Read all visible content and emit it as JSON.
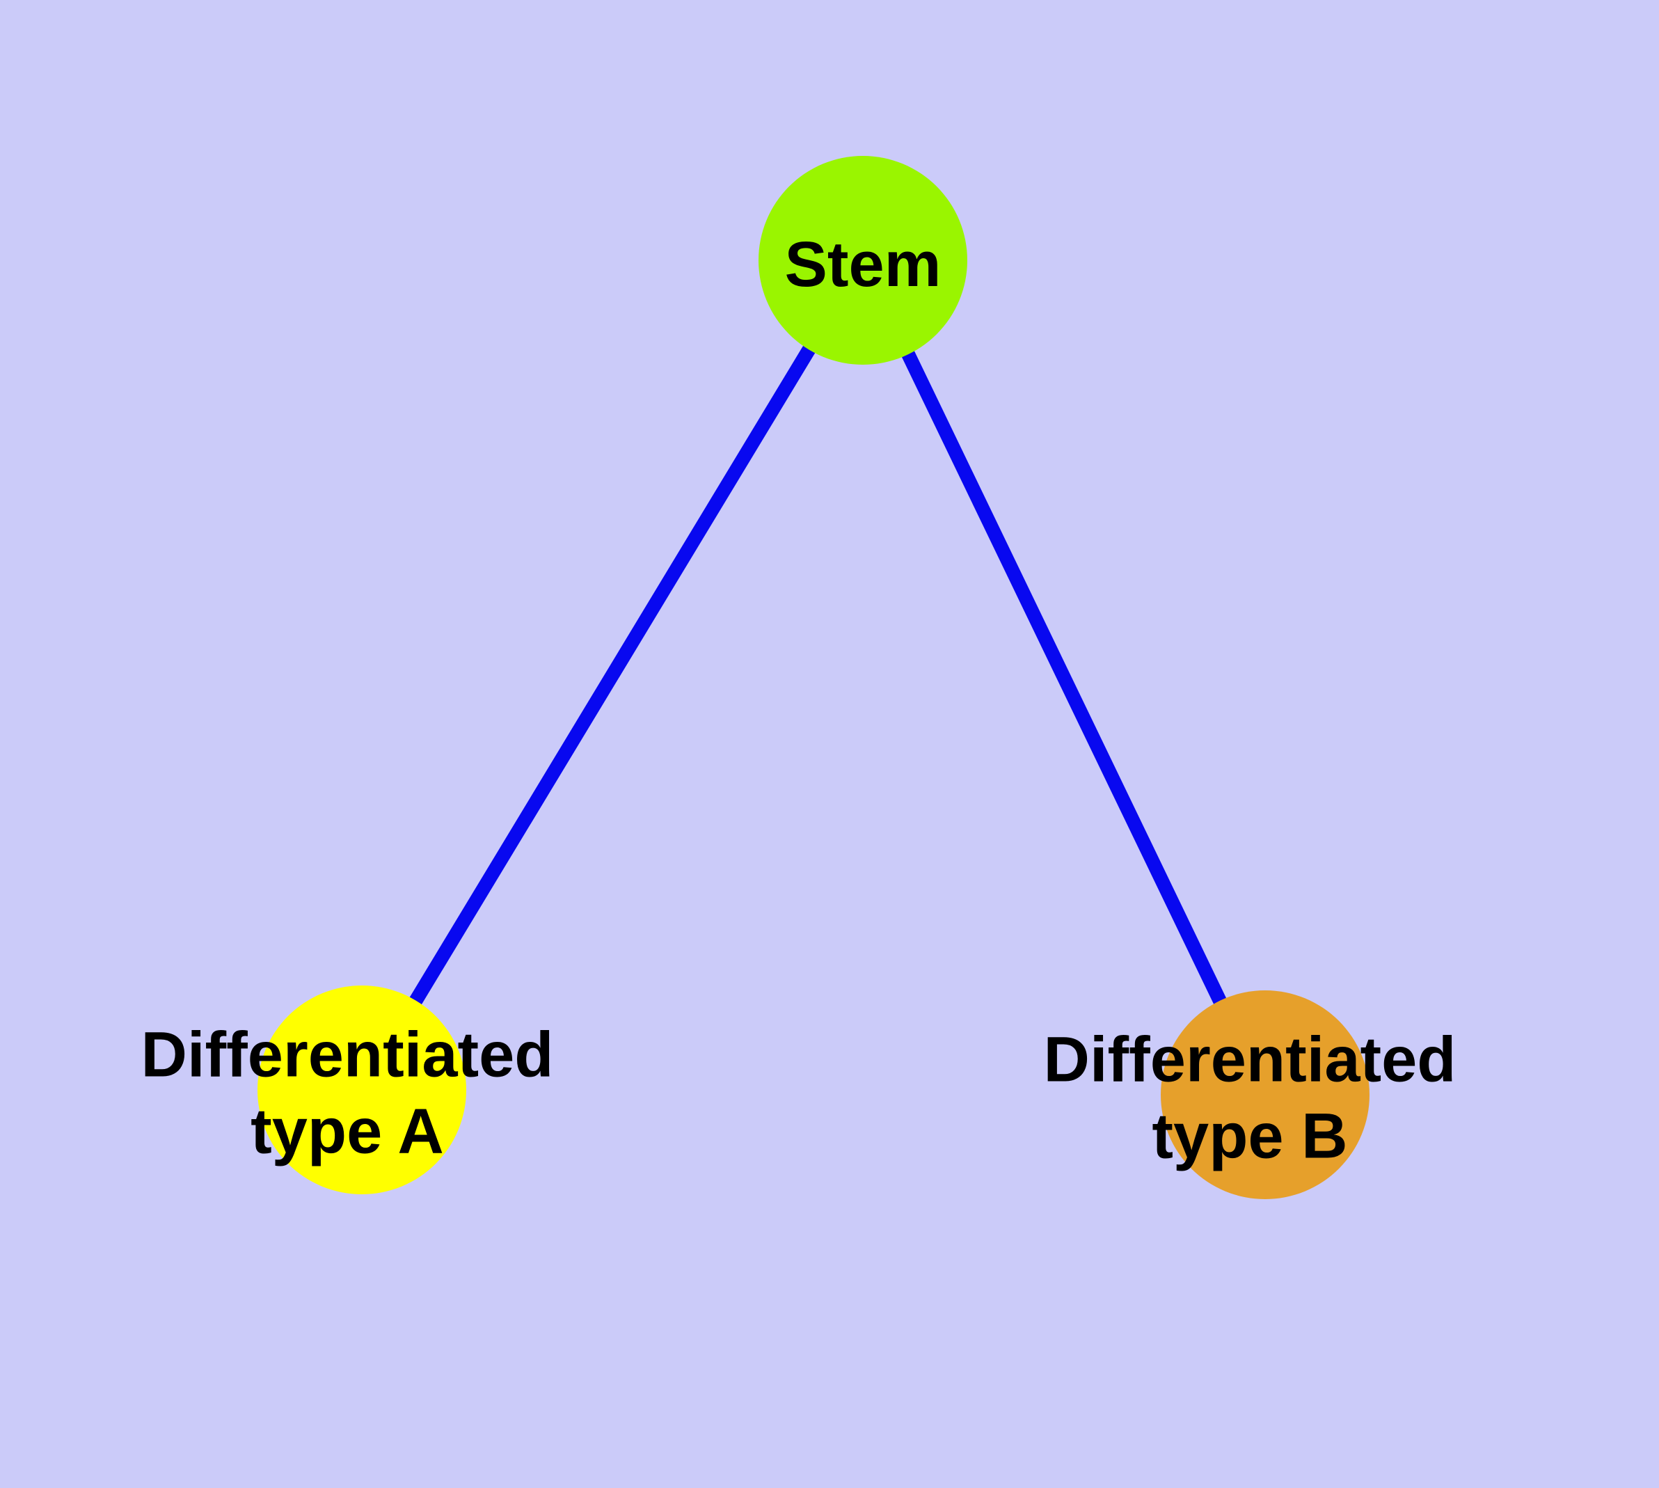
{
  "figure": {
    "background_color": "#CBCBF9",
    "edge_color": "#0808F0",
    "node_border_color": "#797979",
    "label_color": "#000000"
  },
  "nodes": {
    "stem": {
      "label": "Stem",
      "fill": "#9AF500"
    },
    "type_a": {
      "label_line1": "Differentiated",
      "label_line2": "type A",
      "fill": "#FFFF00"
    },
    "type_b": {
      "label_line1": "Differentiated",
      "label_line2": "type B",
      "fill": "#E6A02B"
    }
  },
  "edges": [
    {
      "from": "Stem",
      "to": "Differentiated type A"
    },
    {
      "from": "Stem",
      "to": "Differentiated type B"
    }
  ]
}
